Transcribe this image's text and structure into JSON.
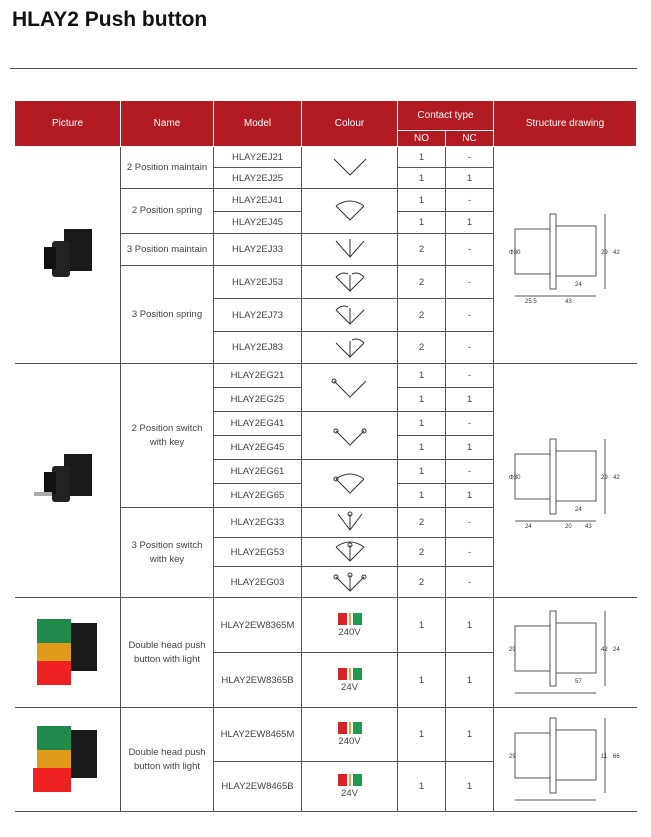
{
  "title": "HLAY2 Push button",
  "headers": {
    "picture": "Picture",
    "name": "Name",
    "model": "Model",
    "colour": "Colour",
    "contact": "Contact type",
    "no": "NO",
    "nc": "NC",
    "structure": "Structure drawing"
  },
  "colors": {
    "header": "#b31b22"
  },
  "rows": [
    {
      "model": "HLAY2EJ21",
      "no": "1",
      "nc": "-"
    },
    {
      "model": "HLAY2EJ25",
      "no": "1",
      "nc": "1"
    },
    {
      "model": "HLAY2EJ41",
      "no": "1",
      "nc": "-"
    },
    {
      "model": "HLAY2EJ45",
      "no": "1",
      "nc": "1"
    },
    {
      "model": "HLAY2EJ33",
      "no": "2",
      "nc": "-"
    },
    {
      "model": "HLAY2EJ53",
      "no": "2",
      "nc": "-"
    },
    {
      "model": "HLAY2EJ73",
      "no": "2",
      "nc": "-"
    },
    {
      "model": "HLAY2EJ83",
      "no": "2",
      "nc": "-"
    },
    {
      "model": "HLAY2EG21",
      "no": "1",
      "nc": "-"
    },
    {
      "model": "HLAY2EG25",
      "no": "1",
      "nc": "1"
    },
    {
      "model": "HLAY2EG41",
      "no": "1",
      "nc": "-"
    },
    {
      "model": "HLAY2EG45",
      "no": "1",
      "nc": "1"
    },
    {
      "model": "HLAY2EG61",
      "no": "1",
      "nc": "-"
    },
    {
      "model": "HLAY2EG65",
      "no": "1",
      "nc": "1"
    },
    {
      "model": "HLAY2EG33",
      "no": "2",
      "nc": "-"
    },
    {
      "model": "HLAY2EG53",
      "no": "2",
      "nc": "-"
    },
    {
      "model": "HLAY2EG03",
      "no": "2",
      "nc": "-"
    },
    {
      "model": "HLAY2EW8365M",
      "no": "1",
      "nc": "1",
      "voltage": "240V"
    },
    {
      "model": "HLAY2EW8365B",
      "no": "1",
      "nc": "1",
      "voltage": "24V"
    },
    {
      "model": "HLAY2EW8465M",
      "no": "1",
      "nc": "1",
      "voltage": "240V"
    },
    {
      "model": "HLAY2EW8465B",
      "no": "1",
      "nc": "1",
      "voltage": "24V"
    }
  ],
  "names": [
    "2 Position maintain",
    "2 Position spring",
    "3 Position maintain",
    "3 Position spring",
    "2 Position switch with key",
    "3 Position switch with key",
    "Double head push button with light",
    "Double head push button with light"
  ],
  "dims": {
    "d1": [
      "Φ30",
      "29",
      "42",
      "24",
      "25.5",
      "43"
    ],
    "d2": [
      "Φ30",
      "29",
      "42",
      "24",
      "24",
      "20",
      "43"
    ],
    "d3": [
      "29",
      "42",
      "24",
      "57"
    ],
    "d4": [
      "29",
      "11",
      "66"
    ]
  }
}
